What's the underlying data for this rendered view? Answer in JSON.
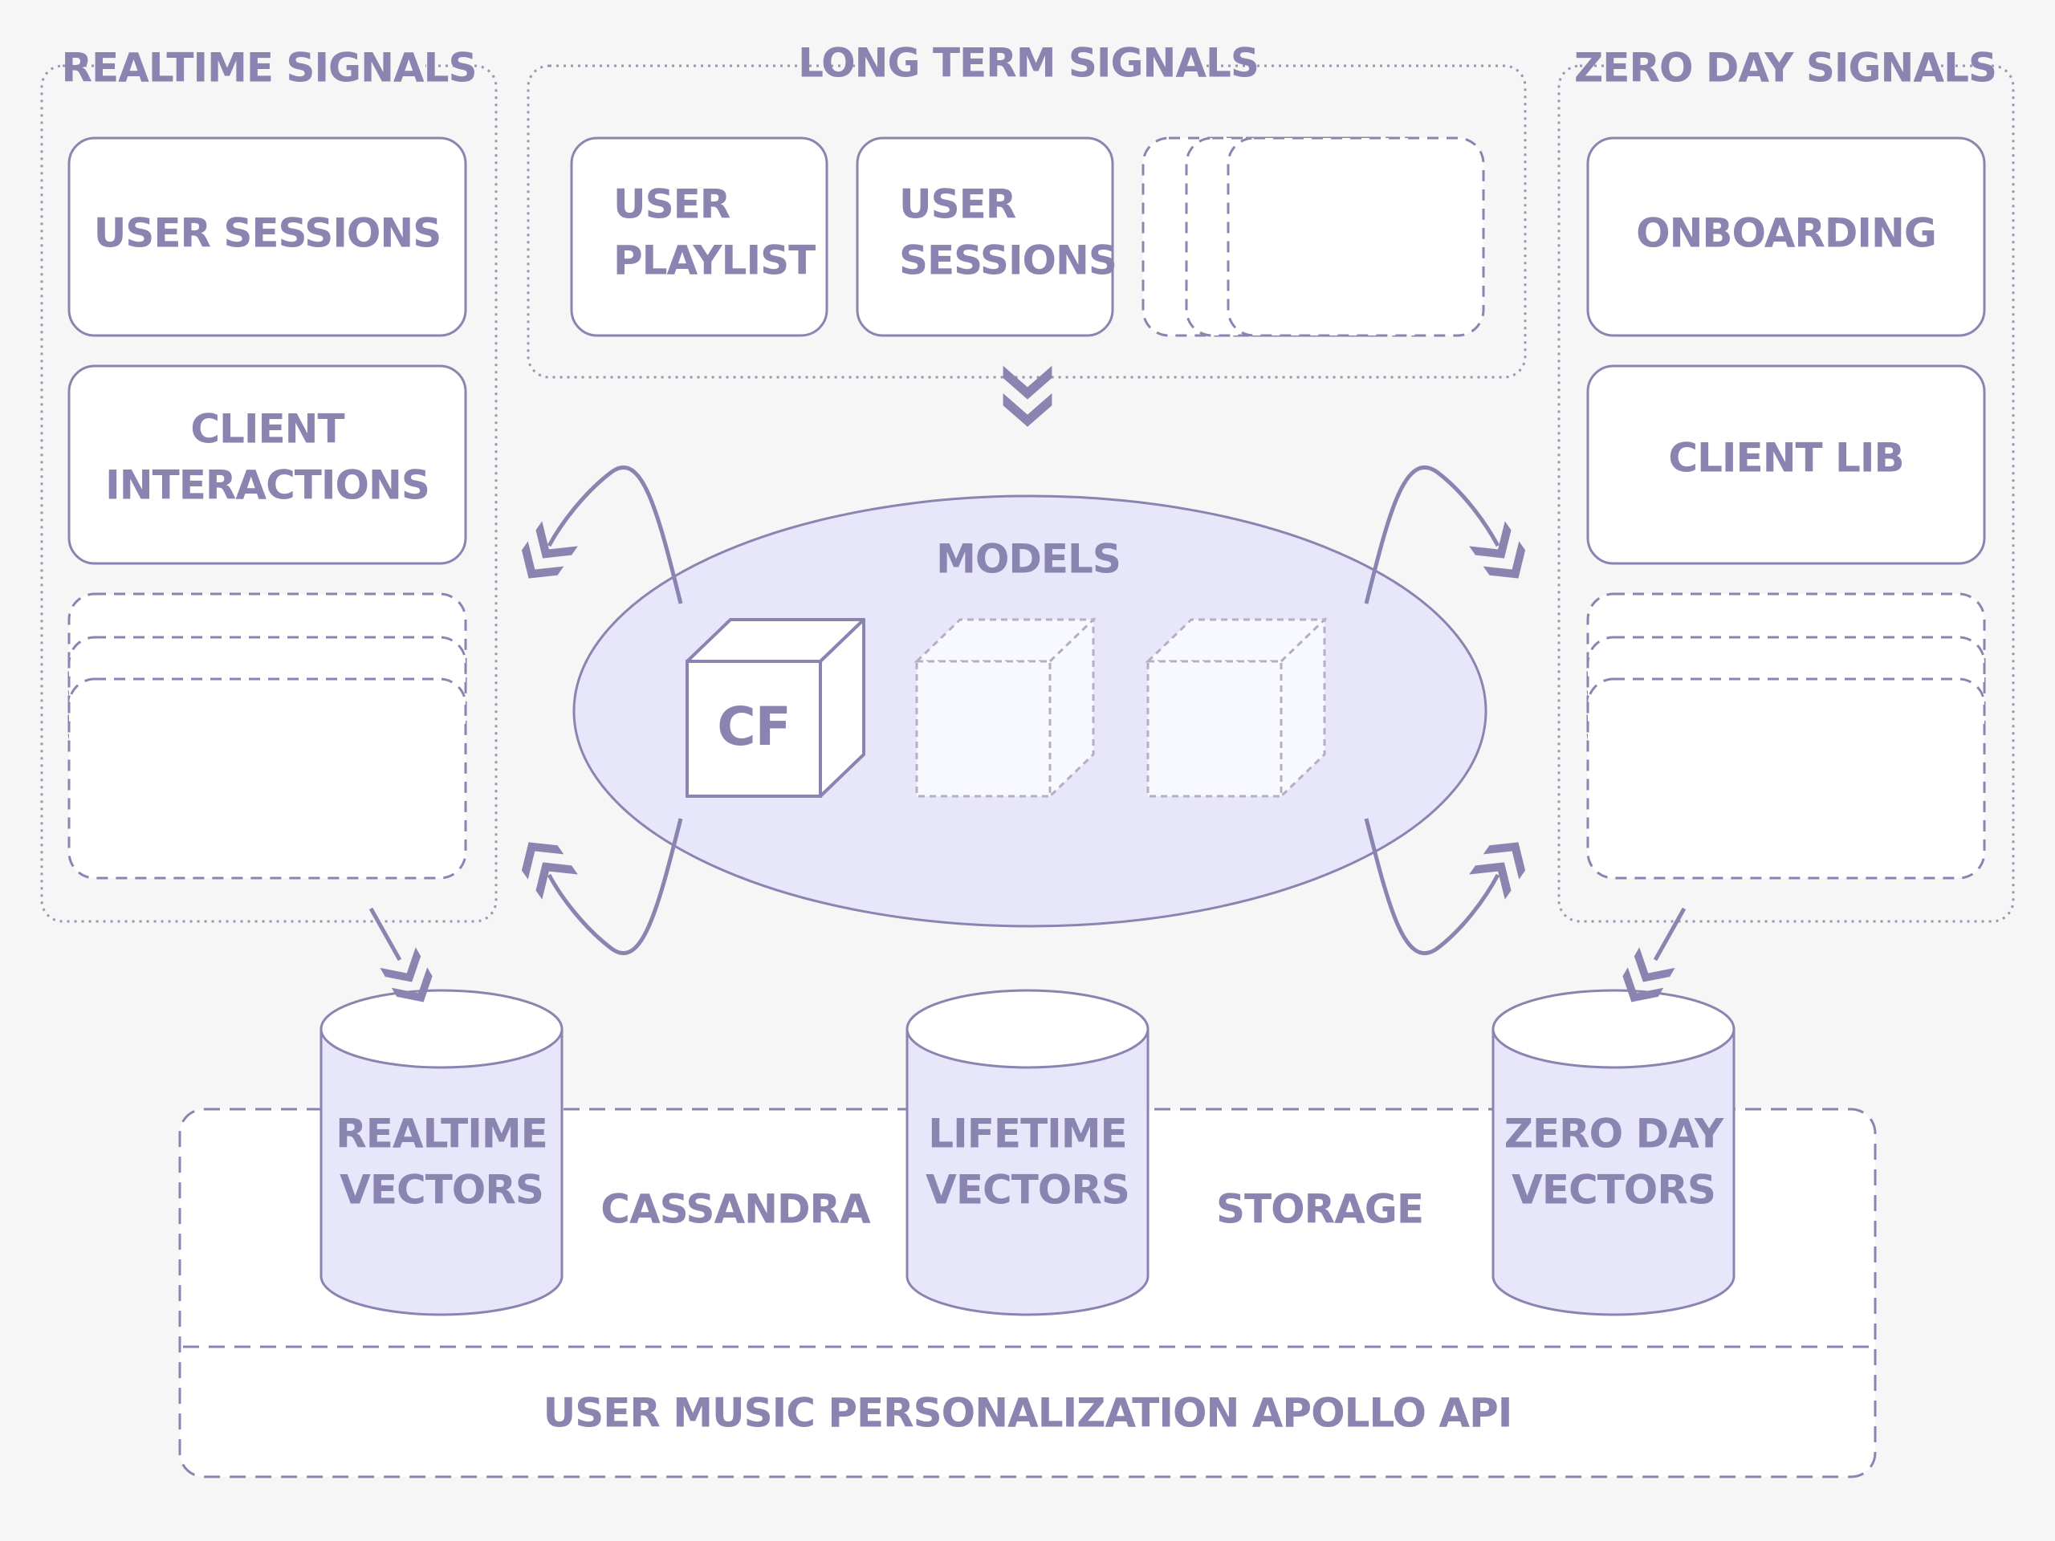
{
  "colors": {
    "background": "#f6f6f6",
    "accent": "#8a84b0",
    "box_fill": "#ffffff",
    "models_fill": "#e8e6fb",
    "cylinder_fill": "#e8e6fb",
    "dashed_stroke": "#b3b0c6"
  },
  "realtime_signals": {
    "title": "REALTIME SIGNALS",
    "items": [
      {
        "lines": [
          "USER SESSIONS"
        ]
      },
      {
        "lines": [
          "CLIENT",
          "INTERACTIONS"
        ]
      }
    ]
  },
  "long_term_signals": {
    "title": "LONG TERM SIGNALS",
    "items": [
      {
        "lines": [
          "USER",
          "PLAYLIST"
        ]
      },
      {
        "lines": [
          "USER",
          "SESSIONS"
        ]
      }
    ]
  },
  "zero_day_signals": {
    "title": "ZERO DAY SIGNALS",
    "items": [
      {
        "lines": [
          "ONBOARDING"
        ]
      },
      {
        "lines": [
          "CLIENT LIB"
        ]
      }
    ]
  },
  "models": {
    "title": "MODELS",
    "cube_label": "CF",
    "arrow_icon": "double-chevron-down-icon"
  },
  "storage": {
    "cassandra_label": "CASSANDRA",
    "storage_label": "STORAGE",
    "cylinders": [
      {
        "lines": [
          "REALTIME",
          "VECTORS"
        ]
      },
      {
        "lines": [
          "LIFETIME",
          "VECTORS"
        ]
      },
      {
        "lines": [
          "ZERO DAY",
          "VECTORS"
        ]
      }
    ]
  },
  "api": {
    "label": "USER MUSIC PERSONALIZATION APOLLO API"
  }
}
